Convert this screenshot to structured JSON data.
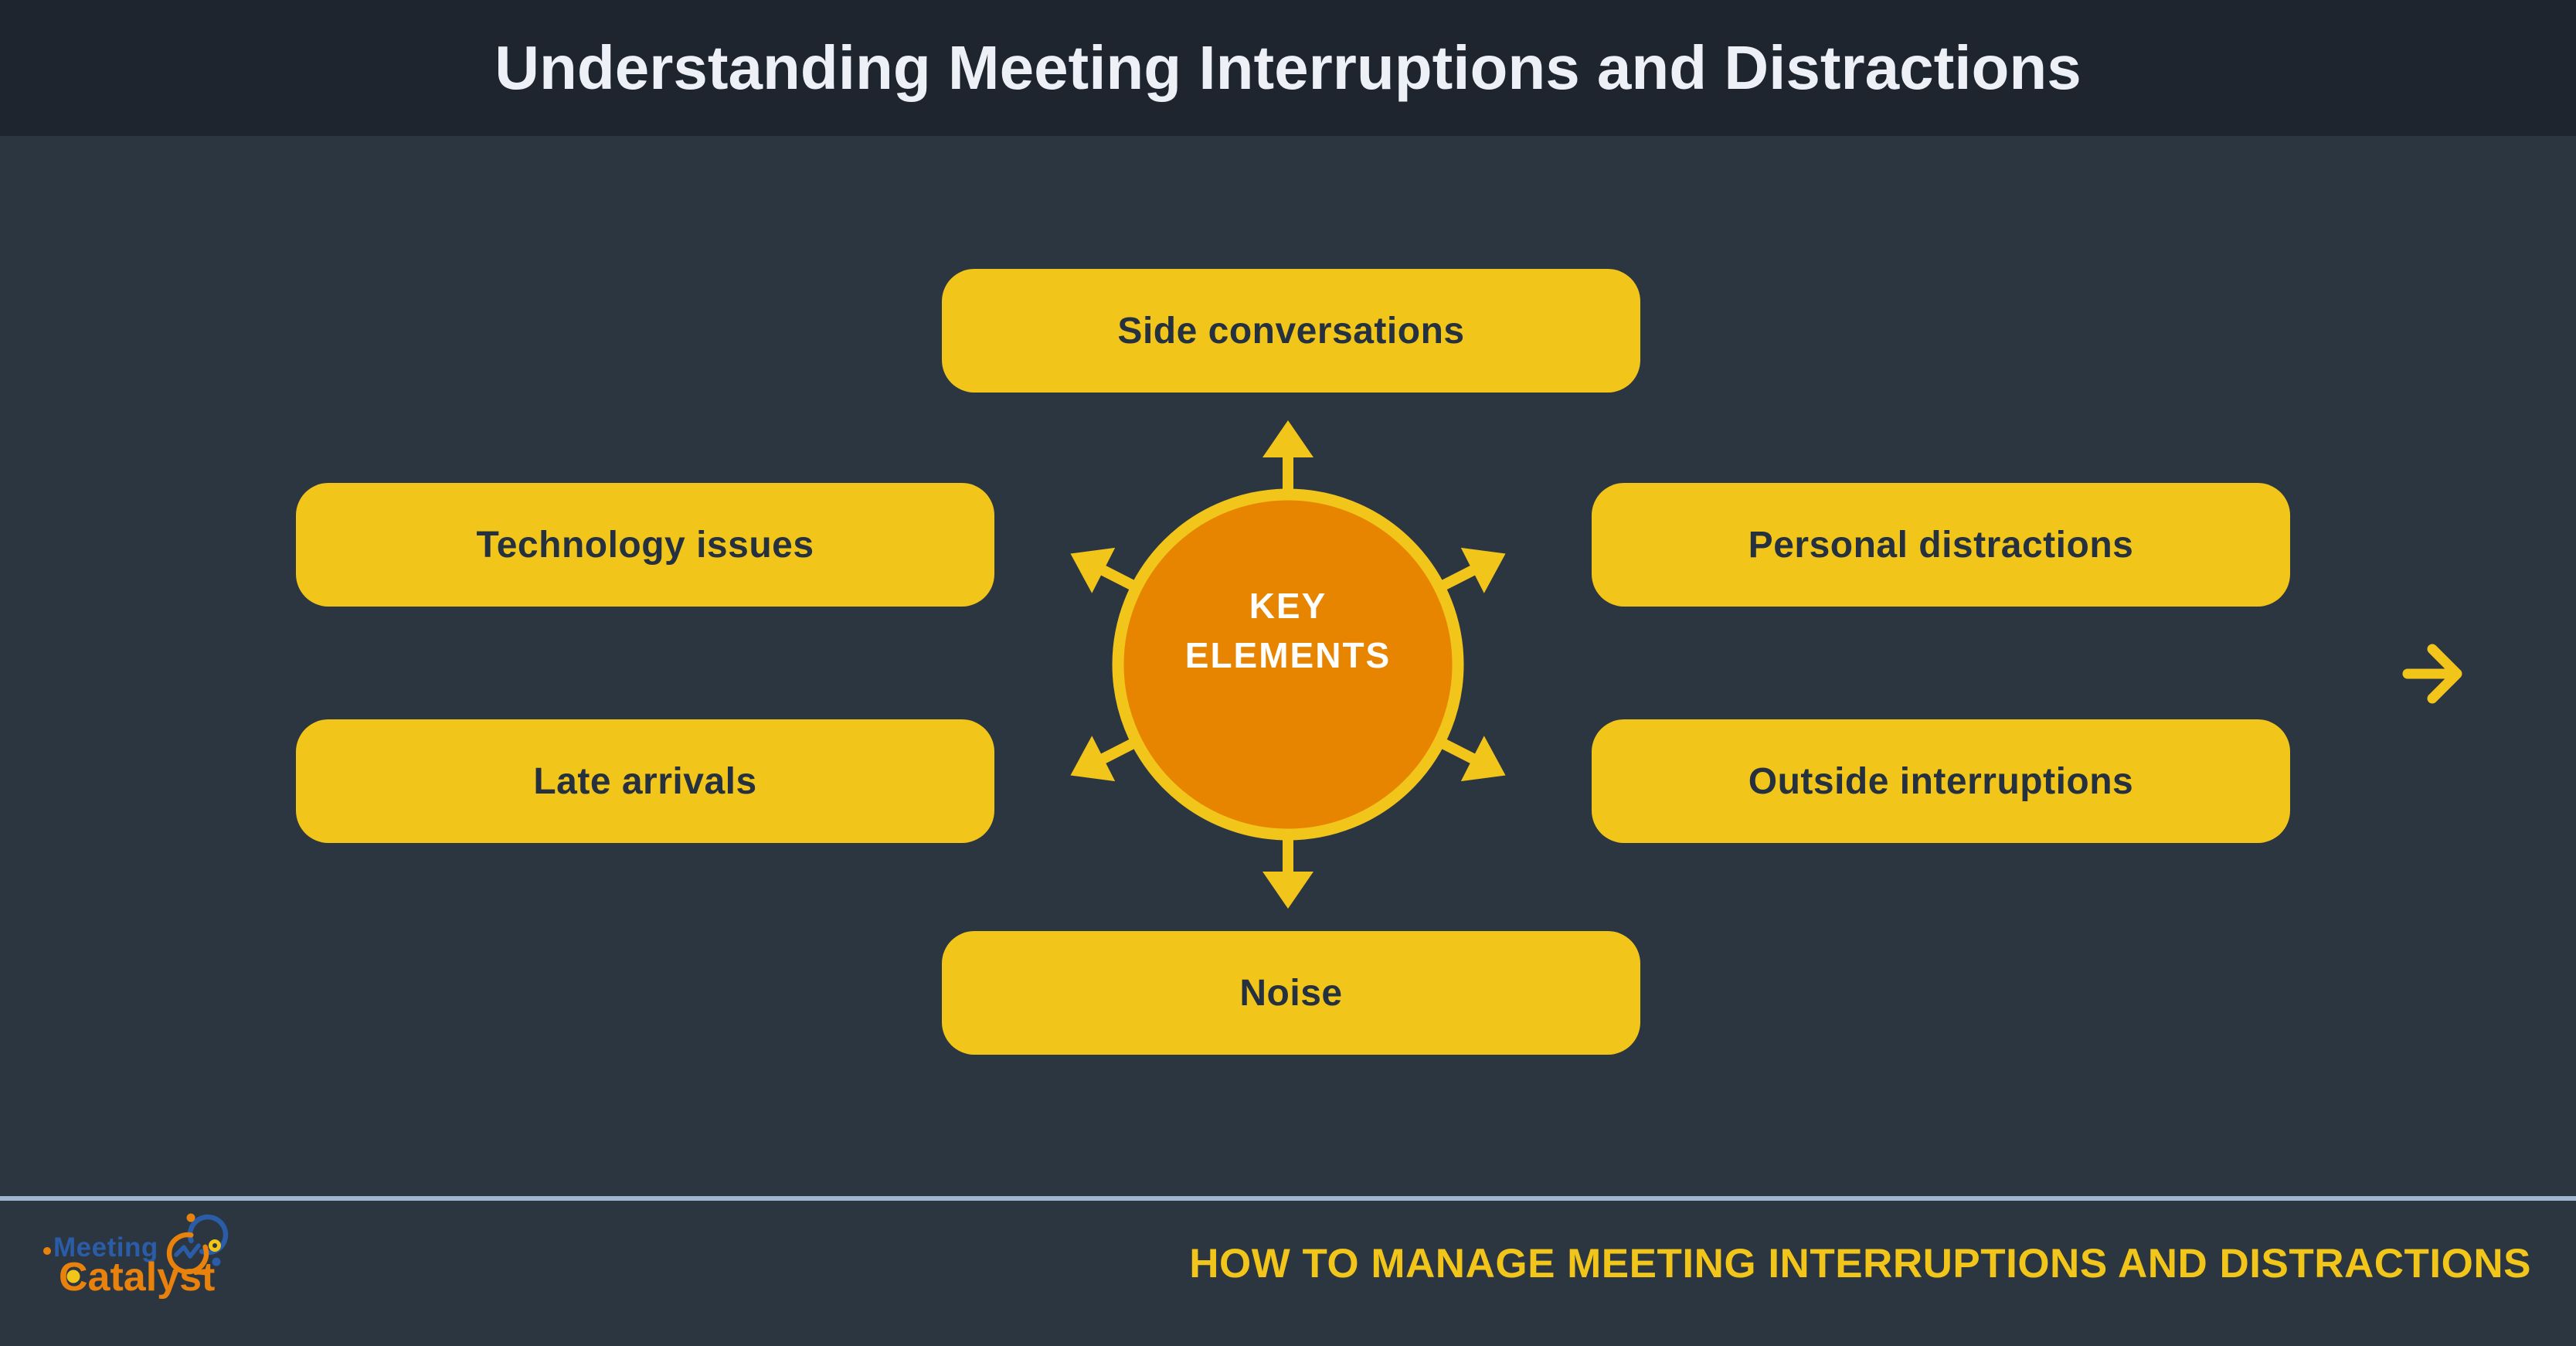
{
  "slide": {
    "title": "Understanding Meeting Interruptions and Distractions",
    "footer_title": "HOW TO MANAGE MEETING INTERRUPTIONS AND DISTRACTIONS"
  },
  "diagram": {
    "center_label": "KEY ELEMENTS",
    "items": [
      {
        "label": "Side conversations",
        "position": "top"
      },
      {
        "label": "Technology issues",
        "position": "left-upper"
      },
      {
        "label": "Personal distractions",
        "position": "right-upper"
      },
      {
        "label": "Late arrivals",
        "position": "left-lower"
      },
      {
        "label": "Outside interruptions",
        "position": "right-lower"
      },
      {
        "label": "Noise",
        "position": "bottom"
      }
    ]
  },
  "logo": {
    "line1": "Meeting",
    "line2": "Catalyst"
  },
  "icons": {
    "next_arrow": "arrow-right",
    "radial_arrows": "six outward arrows around hub circle"
  },
  "colors": {
    "background": "#2C3641",
    "header_background": "#1F252E",
    "accent_yellow": "#F2C51A",
    "accent_orange": "#E78500",
    "box_text": "#263140",
    "title_text": "#EDF1F7",
    "divider": "#9FB6CE",
    "logo_blue": "#2B5CA8",
    "logo_orange": "#E8820D",
    "center_text": "#FFFFFF"
  }
}
